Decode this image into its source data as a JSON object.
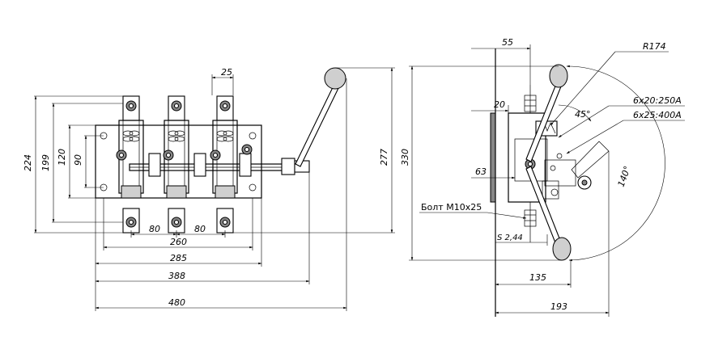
{
  "front_view": {
    "dim_25": "25",
    "dim_224": "224",
    "dim_199": "199",
    "dim_120": "120",
    "dim_90": "90",
    "dim_80_left": "80",
    "dim_80_right": "80",
    "dim_260": "260",
    "dim_285": "285",
    "dim_388": "388",
    "dim_480": "480",
    "dim_277": "277"
  },
  "side_view": {
    "dim_330": "330",
    "dim_55": "55",
    "dim_20": "20",
    "dim_63": "63",
    "radius": "R174",
    "angle_45": "45°",
    "angle_140": "140°",
    "rating_250": "6x20:250А",
    "rating_400": "6x25:400А",
    "bolt": "Болт М10х25",
    "gap": "S 2,44",
    "dim_135": "135",
    "dim_193": "193"
  }
}
